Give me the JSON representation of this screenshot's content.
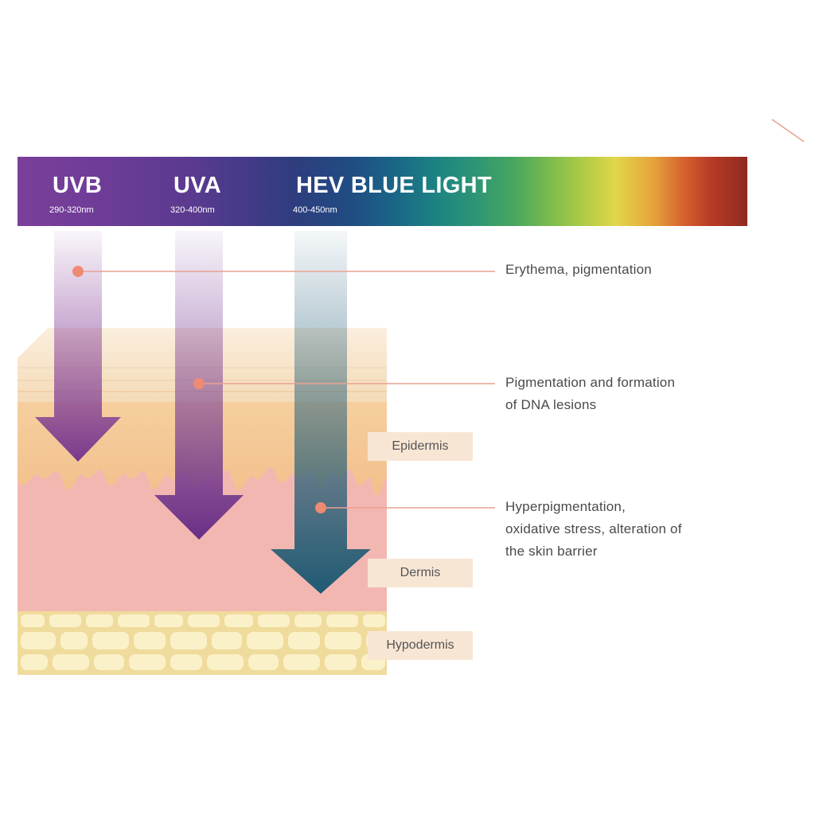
{
  "spectrum": {
    "bands": [
      {
        "name": "UVB",
        "range": "290-320nm"
      },
      {
        "name": "UVA",
        "range": "320-400nm"
      },
      {
        "name": "HEV BLUE LIGHT",
        "range": "400-450nm"
      }
    ]
  },
  "effects": [
    {
      "lines": [
        "Erythema, pigmentation"
      ]
    },
    {
      "lines": [
        "Pigmentation and formation",
        "of DNA lesions"
      ]
    },
    {
      "lines": [
        "Hyperpigmentation,",
        "oxidative stress, alteration of",
        "the skin barrier"
      ]
    }
  ],
  "layers": [
    "Epidermis",
    "Dermis",
    "Hypodermis"
  ],
  "colors": {
    "uvb_arrow": "#8e4a9e",
    "uva_arrow": "#7a3f96",
    "hev_arrow": "#27607a",
    "marker": "#ef8a72",
    "callout_line": "#e9a092",
    "dermis": "#f2b3ae",
    "epidermis": "#f3c9a0",
    "hypodermis": "#f1dd9a"
  }
}
